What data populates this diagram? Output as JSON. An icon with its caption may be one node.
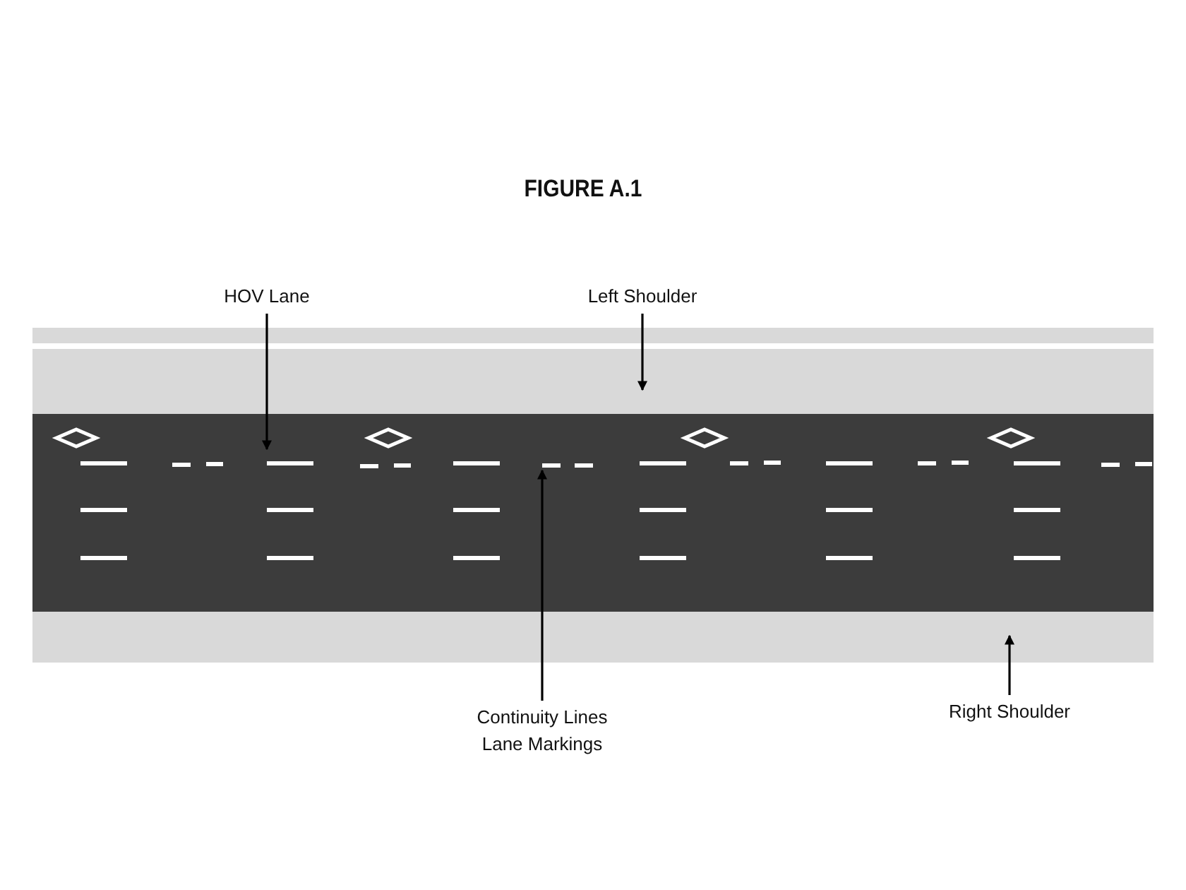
{
  "diagram": {
    "title": "FIGURE A.1",
    "nodes": [
      {
        "text": [
          "HOV Lane"
        ]
      },
      {
        "text": [
          "Left Shoulder"
        ]
      },
      {
        "text": [
          "Continuity Lines Lane Markings"
        ]
      },
      {
        "text": [
          "Right Shoulder"
        ]
      },
      {
        "text": [],
        "shape": "box"
      },
      {
        "text": [],
        "shape": "box"
      },
      {
        "text": [],
        "shape": "bar",
        "in": 5
      },
      {
        "text": [],
        "shape": "box"
      }
    ],
    "edges": [
      {
        "from": 0,
        "to": 5,
        "arrow": "to"
      },
      {
        "from": 1,
        "to": 4,
        "arrow": "to"
      },
      {
        "from": 2,
        "to": 6,
        "arrow": "to"
      },
      {
        "from": 3,
        "to": 7,
        "arrow": "to"
      }
    ]
  }
}
